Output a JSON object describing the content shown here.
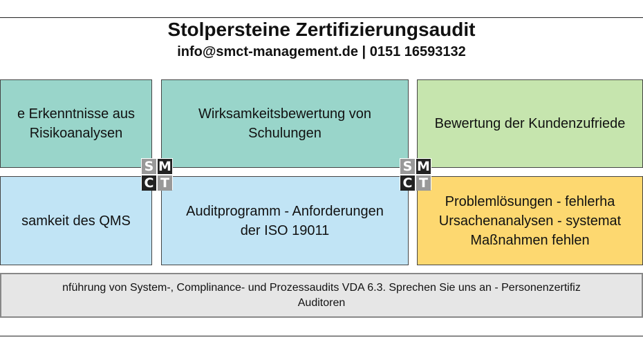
{
  "header": {
    "title": "Stolpersteine Zertifizierungsaudit",
    "contact": "info@smct-management.de | 0151 16593132"
  },
  "boxes": [
    {
      "lines": [
        "e Erkenntnisse aus",
        "Risikoanalysen"
      ],
      "color": "#99d5ca"
    },
    {
      "lines": [
        "Wirksamkeitsbewertung von",
        "Schulungen"
      ],
      "color": "#99d5ca"
    },
    {
      "lines": [
        "Bewertung der Kundenzufriede"
      ],
      "color": "#c6e5ae"
    },
    {
      "lines": [
        "samkeit des QMS"
      ],
      "color": "#c1e4f5"
    },
    {
      "lines": [
        "Auditprogramm - Anforderungen",
        "der ISO 19011"
      ],
      "color": "#c1e4f5"
    },
    {
      "lines": [
        "Problemlösungen - fehlerha",
        "Ursachenanalysen - systemat",
        "Maßnahmen fehlen"
      ],
      "color": "#fdd870"
    }
  ],
  "logo": {
    "letters": [
      "S",
      "M",
      "C",
      "T"
    ]
  },
  "banner": {
    "lines": [
      "nführung von System-, Complinance- und Prozessaudits VDA 6.3. Sprechen Sie uns an - Personenzertifiz",
      "Auditoren"
    ]
  }
}
